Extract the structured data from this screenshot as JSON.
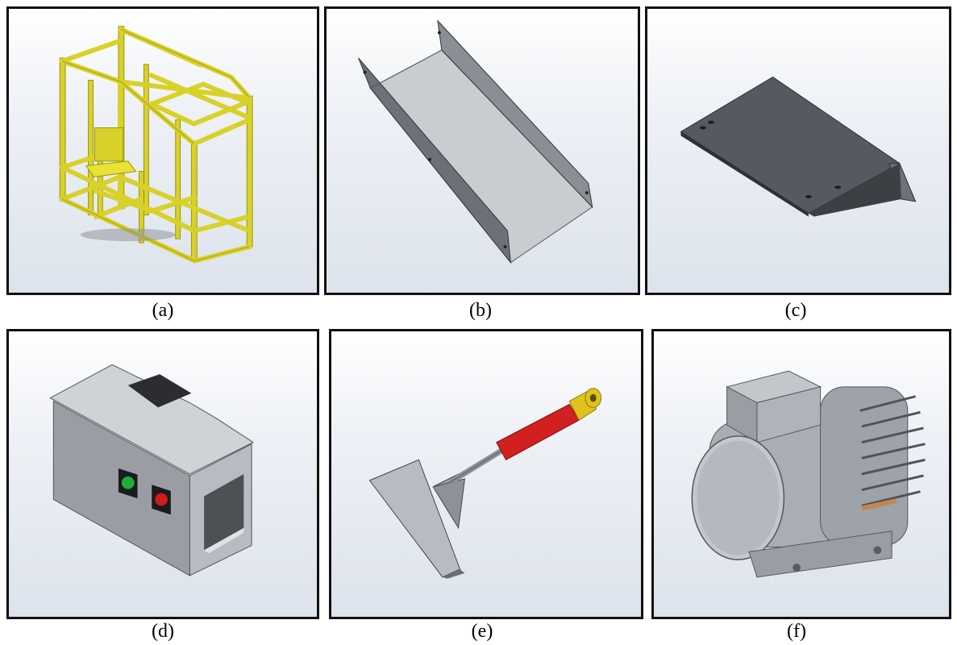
{
  "figure": {
    "panels": [
      {
        "id": "a",
        "caption": "(a)",
        "icon": "yellow-tube-frame"
      },
      {
        "id": "b",
        "caption": "(b)",
        "icon": "sheet-metal-chute"
      },
      {
        "id": "c",
        "caption": "(c)",
        "icon": "bent-plate"
      },
      {
        "id": "d",
        "caption": "(d)",
        "icon": "control-box"
      },
      {
        "id": "e",
        "caption": "(e)",
        "icon": "hydraulic-cylinder-scraper"
      },
      {
        "id": "f",
        "caption": "(f)",
        "icon": "electric-motor"
      }
    ],
    "colors": {
      "frame": "#d8d12a",
      "sheet": "#8e9299",
      "cylinder": "#d21f1f",
      "button_green": "#1fae3a",
      "button_red": "#d21a1a"
    }
  }
}
